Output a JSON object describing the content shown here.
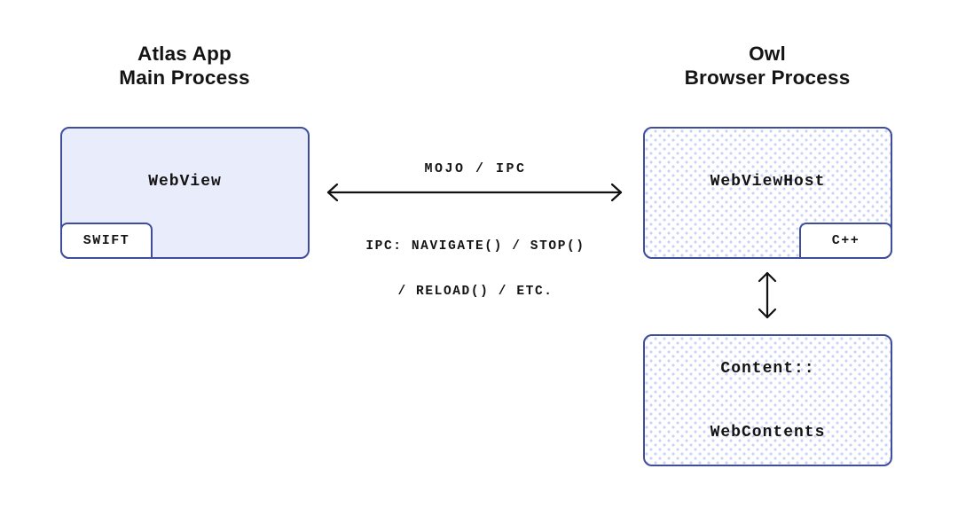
{
  "colors": {
    "border": "#3F4E9C",
    "box_fill": "#E9EDFB",
    "dot": "#C9D3F7",
    "text": "#141414",
    "arrow": "#111111",
    "background": "#FFFFFF"
  },
  "left_process": {
    "heading": [
      "Atlas App",
      "Main Process"
    ],
    "box": {
      "label": "WebView",
      "tag": "SWIFT"
    }
  },
  "right_process": {
    "heading": [
      "Owl",
      "Browser Process"
    ],
    "box": {
      "label": "WebViewHost",
      "tag": "C++"
    },
    "child_box": {
      "label": [
        "Content::",
        "WebContents"
      ]
    }
  },
  "ipc_link": {
    "top_label": "MOJO / IPC",
    "bottom_label": [
      "IPC: NAVIGATE() / STOP()",
      "/ RELOAD() / ETC."
    ]
  }
}
